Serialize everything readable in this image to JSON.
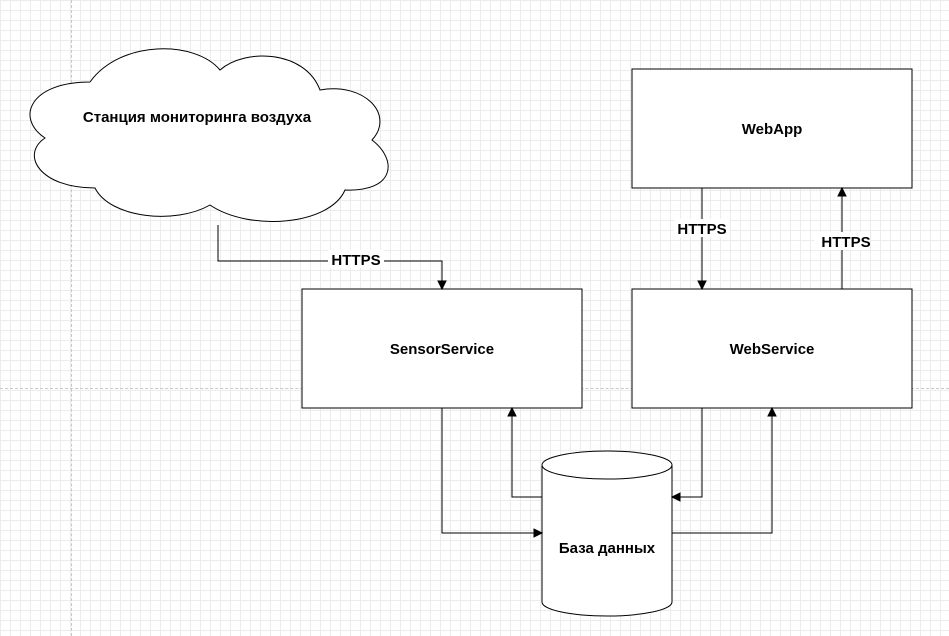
{
  "nodes": {
    "station": {
      "label": "Станция мониторинга воздуха",
      "shape": "cloud"
    },
    "sensor_service": {
      "label": "SensorService",
      "shape": "rectangle"
    },
    "web_service": {
      "label": "WebService",
      "shape": "rectangle"
    },
    "web_app": {
      "label": "WebApp",
      "shape": "rectangle"
    },
    "database": {
      "label": "База данных",
      "shape": "cylinder"
    }
  },
  "edges": {
    "station_to_sensor": {
      "label": "HTTPS"
    },
    "webapp_to_webservice": {
      "label": "HTTPS"
    },
    "webservice_to_webapp": {
      "label": "HTTPS"
    },
    "sensor_to_db": {
      "label": ""
    },
    "db_to_sensor": {
      "label": ""
    },
    "webservice_to_db": {
      "label": ""
    },
    "db_to_webservice": {
      "label": ""
    }
  },
  "colors": {
    "stroke": "#000000",
    "fill": "#ffffff",
    "grid": "#ececec"
  }
}
